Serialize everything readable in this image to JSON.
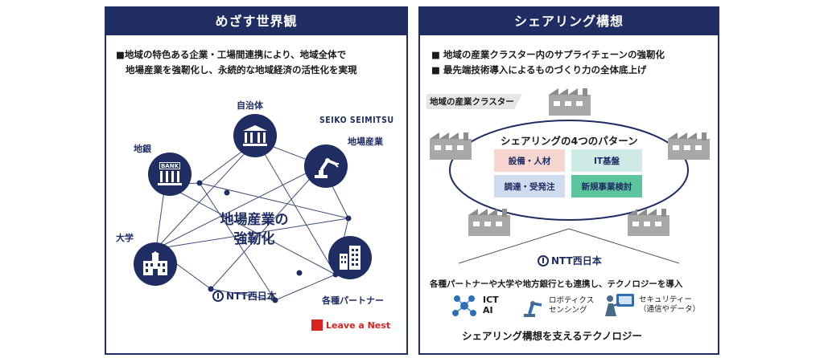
{
  "left": {
    "title": "めざす世界観",
    "bullet_line1": "■地域の特色ある企業・工場間連携により、地域全体で",
    "bullet_line2": "地場産業を強靭化し、永続的な地域経済の活性化を実現",
    "center_line1": "地場産業の",
    "center_line2": "強靭化",
    "nodes": {
      "jichitai": "自治体",
      "chigin": "地銀",
      "jiba": "地場産業",
      "daigaku": "大学",
      "partner": "各種パートナー"
    },
    "bank_sign": "BANK",
    "logos": {
      "seiko": "SEIKO SEIMITSU",
      "ntt": "NTT西日本",
      "lan": "Leave a Nest"
    }
  },
  "right": {
    "title": "シェアリング構想",
    "bullet1": "■ 地域の産業クラスター内のサプライチェーンの強靭化",
    "bullet2": "■ 最先端技術導入によるものづくり力の全体底上げ",
    "cluster_label": "地域の産業クラスター",
    "pattern_title": "シェアリングの4つのパターン",
    "patterns": [
      {
        "label": "設備・人材",
        "color": "#f8d6d0"
      },
      {
        "label": "IT基盤",
        "color": "#cdeae4"
      },
      {
        "label": "調達・受発注",
        "color": "#cfdcef"
      },
      {
        "label": "新規事業検討",
        "color": "#5cc59e"
      }
    ],
    "ntt": "NTT西日本",
    "partner_text": "各種パートナーや大学や地方銀行とも連携し、テクノロジーを導入",
    "tech": {
      "ict1": "ICT",
      "ict2": "AI",
      "robot1": "ロボティクス",
      "robot2": "センシング",
      "sec1": "セキュリティー",
      "sec2": "（通信やデータ）"
    },
    "footer": "シェアリング構想を支えるテクノロジー"
  },
  "colors": {
    "navy": "#1f2d63",
    "ellipse": "#1f2d63",
    "lan_red": "#d8231f"
  }
}
